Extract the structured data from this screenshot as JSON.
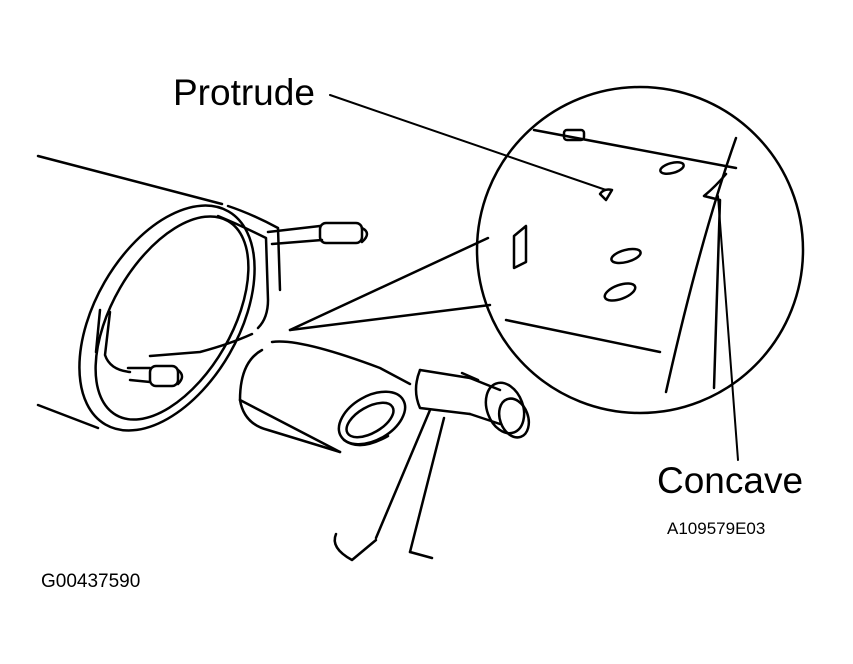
{
  "labels": {
    "protrude": "Protrude",
    "concave": "Concave",
    "figure_code_a": "A109579E03",
    "figure_code_g": "G00437590"
  },
  "colors": {
    "line": "#000000",
    "background": "#ffffff"
  }
}
